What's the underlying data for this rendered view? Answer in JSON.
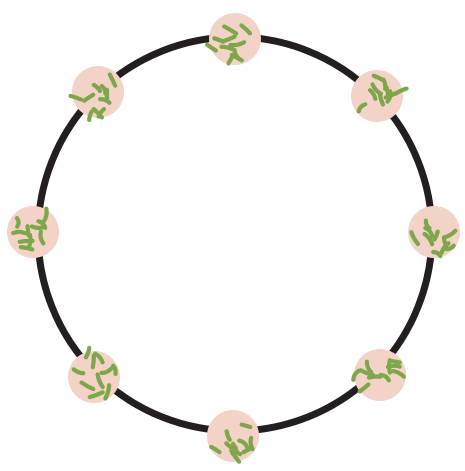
{
  "diagram": {
    "colors": {
      "background": "#ffffff",
      "ring": "#231f20",
      "colony": "#f3d3c7",
      "bacteria": "#7ea64a"
    },
    "colonies": [
      {
        "id": "top",
        "bacteria_count": 10
      },
      {
        "id": "upper-right",
        "bacteria_count": 10
      },
      {
        "id": "right",
        "bacteria_count": 10
      },
      {
        "id": "lower-right",
        "bacteria_count": 10
      },
      {
        "id": "bottom",
        "bacteria_count": 10
      },
      {
        "id": "lower-left",
        "bacteria_count": 10
      },
      {
        "id": "left",
        "bacteria_count": 10
      },
      {
        "id": "upper-left",
        "bacteria_count": 10
      }
    ]
  }
}
